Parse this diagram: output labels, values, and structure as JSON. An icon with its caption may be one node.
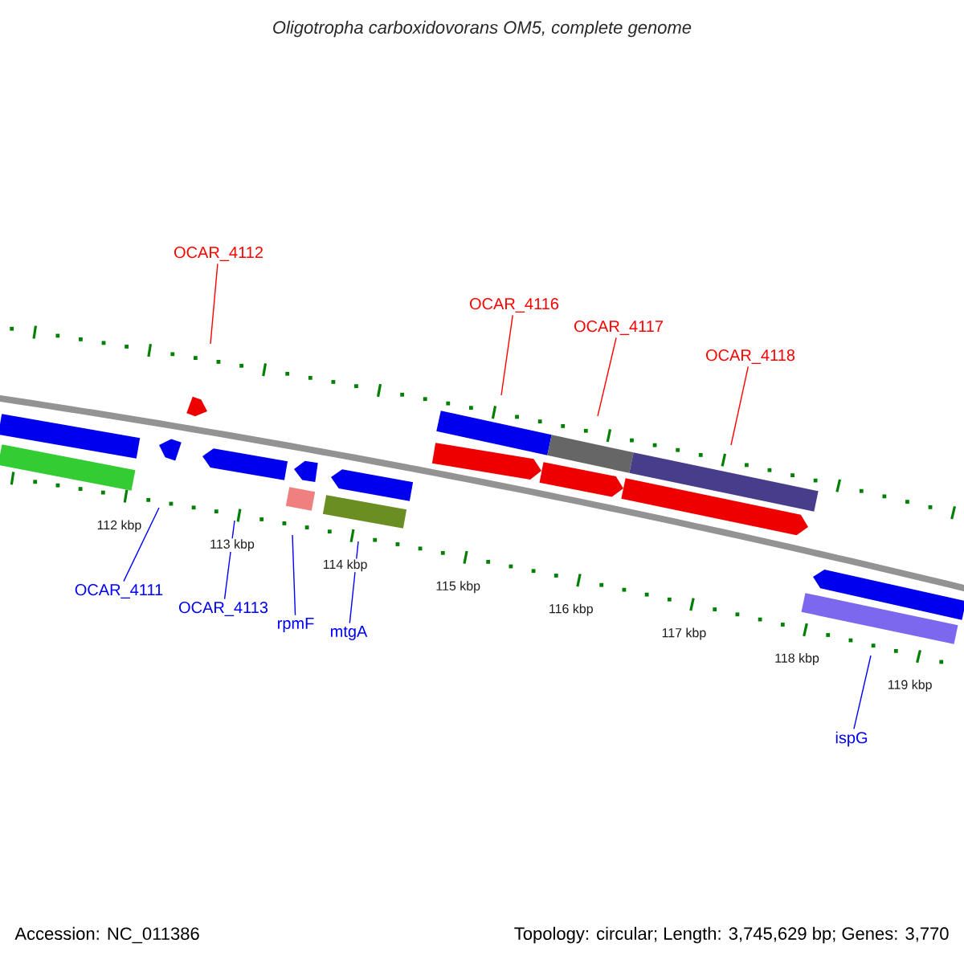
{
  "diagram": {
    "title": "Oligotropha carboxidovorans OM5, complete genome",
    "nodes": [
      {
        "text": [
          "OCAR_4112"
        ]
      },
      {
        "text": [
          "OCAR_4116"
        ]
      },
      {
        "text": [
          "OCAR_4117"
        ]
      },
      {
        "text": [
          "OCAR_4118"
        ]
      },
      {
        "text": [
          "OCAR_4111"
        ]
      },
      {
        "text": [
          "OCAR_4113"
        ]
      },
      {
        "text": [
          "rpmF"
        ]
      },
      {
        "text": [
          "mtgA"
        ]
      },
      {
        "text": [
          "ispG"
        ]
      }
    ],
    "edges": [
      {
        "from": 0,
        "to": null,
        "arrow": "none",
        "color": "#ff0000"
      },
      {
        "from": 1,
        "to": null,
        "arrow": "none",
        "color": "#ff0000"
      },
      {
        "from": 2,
        "to": null,
        "arrow": "none",
        "color": "#ff0000"
      },
      {
        "from": 3,
        "to": null,
        "arrow": "none",
        "color": "#ff0000"
      },
      {
        "from": 4,
        "to": null,
        "arrow": "none"
      },
      {
        "from": 5,
        "to": null,
        "arrow": "none"
      },
      {
        "from": 6,
        "to": null,
        "arrow": "none"
      },
      {
        "from": 7,
        "to": null,
        "arrow": "none"
      },
      {
        "from": 8,
        "to": null,
        "arrow": "none"
      }
    ],
    "labels": [
      "112 kbp",
      "113 kbp",
      "114 kbp",
      "115 kbp",
      "116 kbp",
      "117 kbp",
      "118 kbp",
      "119 kbp",
      "Accession: NC_011386",
      "Topology: circular; Length: 3,745,629 bp; Genes: 3,770"
    ]
  }
}
